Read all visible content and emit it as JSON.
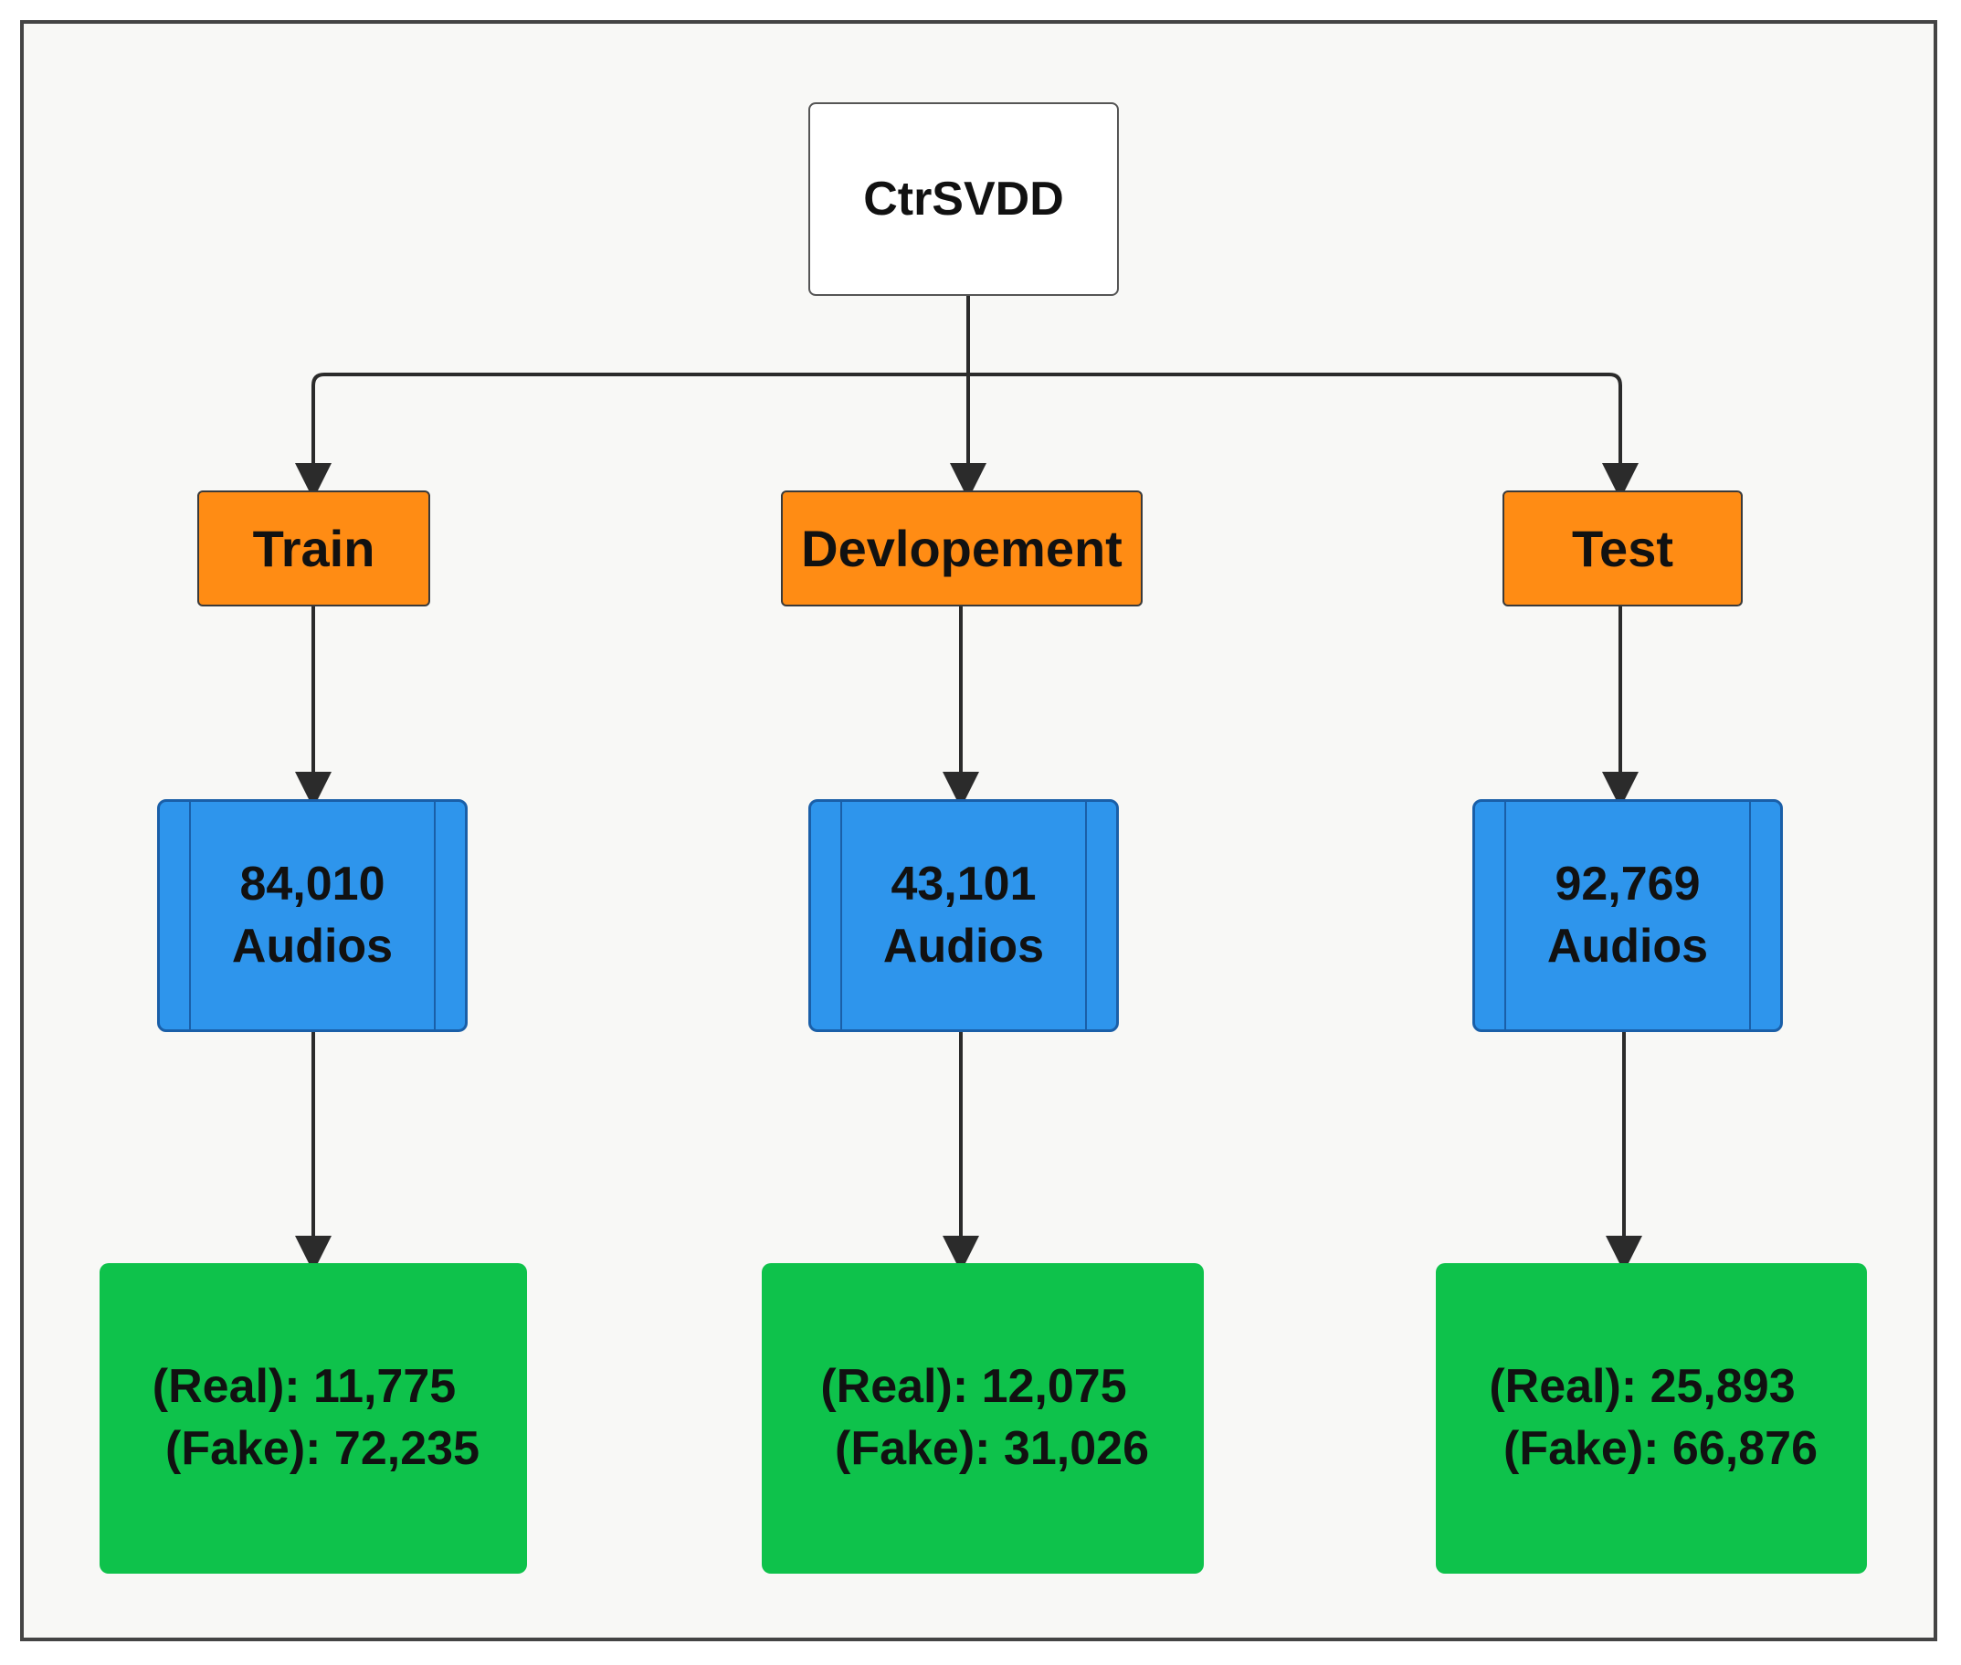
{
  "diagram": {
    "root": {
      "label": "CtrSVDD"
    },
    "splits": [
      {
        "id": "train",
        "label": "Train",
        "count_number": "84,010",
        "count_unit": "Audios",
        "real_line": "(Real): 11,775",
        "fake_line": "(Fake): 72,235"
      },
      {
        "id": "dev",
        "label": "Devlopement",
        "count_number": "43,101",
        "count_unit": "Audios",
        "real_line": "(Real): 12,075",
        "fake_line": "(Fake): 31,026"
      },
      {
        "id": "test",
        "label": "Test",
        "count_number": "92,769",
        "count_unit": "Audios",
        "real_line": "(Real): 25,893",
        "fake_line": "(Fake): 66,876"
      }
    ],
    "colors": {
      "root_fill": "#ffffff",
      "split_fill": "#ff8c14",
      "count_fill": "#2e95ec",
      "detail_fill": "#0ec24b",
      "connector": "#2b2b2b"
    }
  }
}
